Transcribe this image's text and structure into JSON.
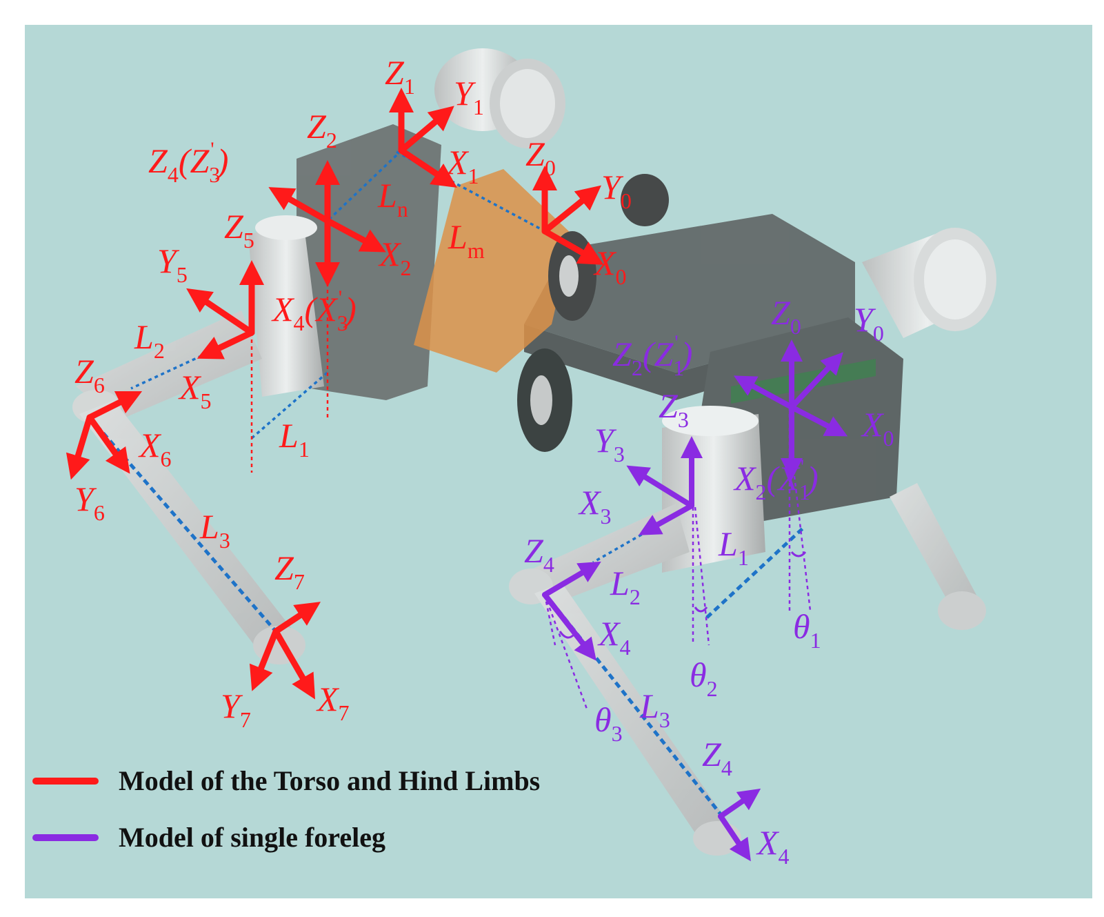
{
  "colors": {
    "background": "#b5d8d6",
    "red_frame": "#ff1a1a",
    "purple_frame": "#8a2be2",
    "dotted_link": "#1e73c8",
    "body_gray": "#6e7272",
    "cylinder_light": "#e6e6e6",
    "orange_plate": "#e08a3a",
    "legend_text": "#111111"
  },
  "icons": [
    "rear-leg-motor-icon",
    "front-leg-motor-icon",
    "wheel-icon",
    "foot-icon"
  ],
  "legend": {
    "torso": "Model of the Torso and Hind Limbs",
    "foreleg": "Model of single foreleg"
  },
  "red": {
    "z1": {
      "m": "Z",
      "s": "1"
    },
    "y1": {
      "m": "Y",
      "s": "1"
    },
    "x1": {
      "m": "X",
      "s": "1"
    },
    "z0": {
      "m": "Z",
      "s": "0"
    },
    "y0": {
      "m": "Y",
      "s": "0"
    },
    "x0": {
      "m": "X",
      "s": "0"
    },
    "z2": {
      "m": "Z",
      "s": "2"
    },
    "x2": {
      "m": "X",
      "s": "2"
    },
    "z4": {
      "m": "Z",
      "s": "4",
      "p": "(Z",
      "ps": "3",
      "pq": "'",
      "pe": ")"
    },
    "x4": {
      "m": "X",
      "s": "4",
      "p": "(X",
      "ps": "3",
      "pq": "'",
      "pe": ")"
    },
    "ln": {
      "m": "L",
      "s": "n"
    },
    "lm": {
      "m": "L",
      "s": "m"
    },
    "z5": {
      "m": "Z",
      "s": "5"
    },
    "y5": {
      "m": "Y",
      "s": "5"
    },
    "l2": {
      "m": "L",
      "s": "2"
    },
    "x5": {
      "m": "X",
      "s": "5"
    },
    "z6": {
      "m": "Z",
      "s": "6"
    },
    "x6": {
      "m": "X",
      "s": "6"
    },
    "y6": {
      "m": "Y",
      "s": "6"
    },
    "l1": {
      "m": "L",
      "s": "1"
    },
    "l3": {
      "m": "L",
      "s": "3"
    },
    "z7": {
      "m": "Z",
      "s": "7"
    },
    "y7": {
      "m": "Y",
      "s": "7"
    },
    "x7": {
      "m": "X",
      "s": "7"
    }
  },
  "purple": {
    "z0": {
      "m": "Z",
      "s": "0"
    },
    "y0": {
      "m": "Y",
      "s": "0"
    },
    "z2": {
      "m": "Z",
      "s": "2",
      "p": "(Z",
      "ps": "1",
      "pq": "'",
      "pe": ")"
    },
    "x0": {
      "m": "X",
      "s": "0"
    },
    "z3": {
      "m": "Z",
      "s": "3"
    },
    "y3": {
      "m": "Y",
      "s": "3"
    },
    "x2": {
      "m": "X",
      "s": "2",
      "p": "(X",
      "ps": "1",
      "pq": "'",
      "pe": ")"
    },
    "x3": {
      "m": "X",
      "s": "3"
    },
    "l1": {
      "m": "L",
      "s": "1"
    },
    "z4a": {
      "m": "Z",
      "s": "4"
    },
    "l2": {
      "m": "L",
      "s": "2"
    },
    "th1": {
      "m": "θ",
      "s": "1"
    },
    "x4a": {
      "m": "X",
      "s": "4"
    },
    "th2": {
      "m": "θ",
      "s": "2"
    },
    "l3": {
      "m": "L",
      "s": "3"
    },
    "th3": {
      "m": "θ",
      "s": "3"
    },
    "z4b": {
      "m": "Z",
      "s": "4"
    },
    "x4b": {
      "m": "X",
      "s": "4"
    }
  }
}
